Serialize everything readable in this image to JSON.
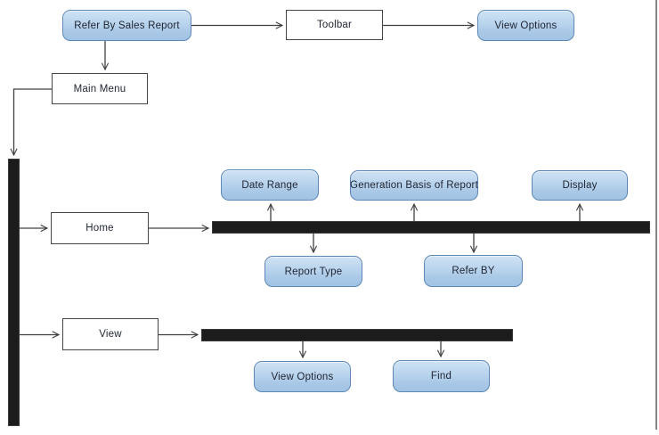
{
  "nodes": {
    "refer_by_sales_report": "Refer By Sales Report",
    "toolbar": "Toolbar",
    "view_options_top": "View Options",
    "main_menu": "Main Menu",
    "home": "Home",
    "view": "View",
    "date_range": "Date Range",
    "generation_basis": "Generation Basis of Report",
    "display": "Display",
    "report_type": "Report Type",
    "refer_by": "Refer BY",
    "view_options_bottom": "View Options",
    "find": "Find"
  },
  "edges": [
    {
      "from": "Refer By Sales Report",
      "to": "Toolbar"
    },
    {
      "from": "Toolbar",
      "to": "View Options"
    },
    {
      "from": "Refer By Sales Report",
      "to": "Main Menu"
    },
    {
      "from": "Main Menu",
      "to": "menu-rail"
    },
    {
      "from": "menu-rail",
      "to": "Home"
    },
    {
      "from": "menu-rail",
      "to": "View"
    },
    {
      "from": "Home",
      "to": "home-bar"
    },
    {
      "from": "home-bar",
      "to": "Date Range"
    },
    {
      "from": "home-bar",
      "to": "Generation Basis of Report"
    },
    {
      "from": "home-bar",
      "to": "Display"
    },
    {
      "from": "home-bar",
      "to": "Report Type"
    },
    {
      "from": "home-bar",
      "to": "Refer BY"
    },
    {
      "from": "View",
      "to": "view-bar"
    },
    {
      "from": "view-bar",
      "to": "View Options"
    },
    {
      "from": "view-bar",
      "to": "Find"
    }
  ],
  "colors": {
    "node_fill_top": "#cfe2f4",
    "node_fill_bottom": "#a2c3e3",
    "node_border": "#5d89b7",
    "plain_node_border": "#454545",
    "bar_fill": "#1c1c1c",
    "connector": "#404040",
    "text": "#1f2430",
    "page_edge": "#848484"
  }
}
